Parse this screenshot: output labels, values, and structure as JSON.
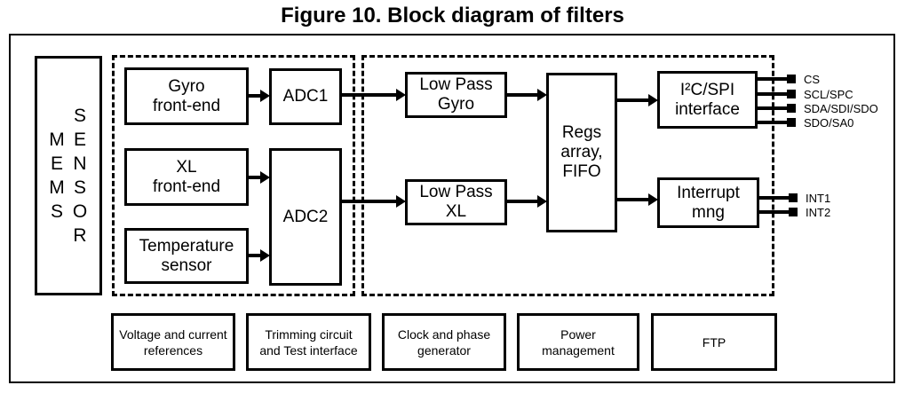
{
  "title": "Figure 10. Block diagram of filters",
  "colors": {
    "ink": "#000000",
    "paper": "#ffffff"
  },
  "mems_block": {
    "col1": "MEMS",
    "col2": "SENSOR"
  },
  "analog_stage": {
    "gyro_front_end": {
      "line1": "Gyro",
      "line2": "front-end"
    },
    "adc1": {
      "line1": "ADC1"
    },
    "xl_front_end": {
      "line1": "XL",
      "line2": "front-end"
    },
    "adc2": {
      "line1": "ADC2"
    },
    "temperature_sensor": {
      "line1": "Temperature",
      "line2": "sensor"
    }
  },
  "digital_stage": {
    "low_pass_gyro": {
      "line1": "Low Pass",
      "line2": "Gyro"
    },
    "low_pass_xl": {
      "line1": "Low Pass",
      "line2": "XL"
    },
    "regs_array_fifo": {
      "line1": "Regs",
      "line2": "array,",
      "line3": "FIFO"
    },
    "i2c_spi_interface": {
      "line1": "I²C/SPI",
      "line2": "interface"
    },
    "interrupt_mng": {
      "line1": "Interrupt",
      "line2": "mng"
    }
  },
  "pins": {
    "cs": "CS",
    "scl_spc": "SCL/SPC",
    "sda_sdi_sdo": "SDA/SDI/SDO",
    "sdo_sa0": "SDO/SA0",
    "int1": "INT1",
    "int2": "INT2"
  },
  "support_blocks": {
    "voltage_references": {
      "line1": "Voltage and current",
      "line2": "references"
    },
    "trimming": {
      "line1": "Trimming circuit",
      "line2": "and Test interface"
    },
    "clock": {
      "line1": "Clock and phase",
      "line2": "generator"
    },
    "power": {
      "line1": "Power",
      "line2": "management"
    },
    "ftp": {
      "line1": "FTP"
    }
  }
}
